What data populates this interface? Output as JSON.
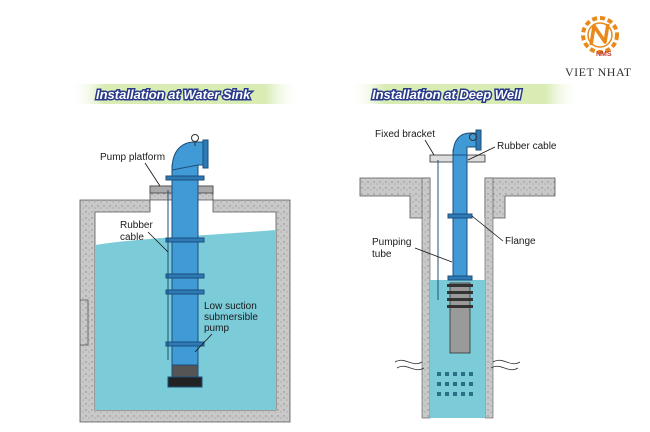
{
  "brand": {
    "logo_letters": "NMS",
    "name": "VIET NHAT",
    "accent_color": "#e8891a"
  },
  "left_panel": {
    "title": "Installation at Water Sink",
    "labels": {
      "pump_platform": "Pump platform",
      "rubber_cable_line1": "Rubber",
      "rubber_cable_line2": "cable",
      "pump_line1": "Low suction",
      "pump_line2": "submersible",
      "pump_line3": "pump"
    }
  },
  "right_panel": {
    "title": "Installation at Deep Well",
    "labels": {
      "fixed_bracket": "Fixed bracket",
      "rubber_cable": "Rubber cable",
      "pumping_tube_line1": "Pumping",
      "pumping_tube_line2": "tube",
      "flange": "Flange"
    }
  },
  "colors": {
    "water": "#7ccbd8",
    "pipe": "#3f9ad6",
    "concrete": "#bdbdbd",
    "title_banner": "#cfe6a8",
    "title_text": "#2a3a8a"
  }
}
